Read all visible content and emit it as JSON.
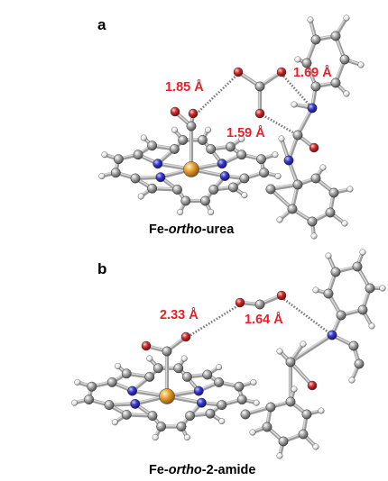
{
  "panels": [
    {
      "letter": "a",
      "caption": {
        "prefix": "Fe-",
        "italic": "ortho",
        "suffix": "-urea"
      },
      "distances": [
        "1.85 Å",
        "1.69 Å",
        "1.59 Å"
      ]
    },
    {
      "letter": "b",
      "caption": {
        "prefix": "Fe-",
        "italic": "ortho",
        "suffix": "-2-amide"
      },
      "distances": [
        "2.33 Å",
        "1.64 Å"
      ]
    }
  ],
  "colors": {
    "carbon": "#9c9c9c",
    "hydrogen": "#f2f2f2",
    "nitrogen": "#3a3ad0",
    "oxygen": "#d42a2a",
    "iron": "#e8a030",
    "distance_label": "#e8202a"
  }
}
